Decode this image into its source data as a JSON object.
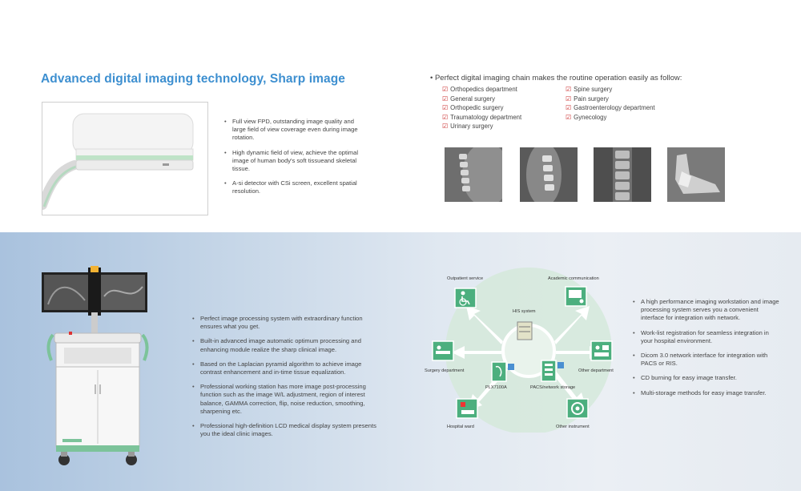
{
  "top": {
    "heading": "Advanced digital imaging technology, Sharp image",
    "detector_features": [
      "Full view FPD, outstanding image quality and large field of view coverage even during image rotation.",
      "High dynamic field of view, achieve the optimal image of human body's soft tissueand skeletal tissue.",
      "A-si detector with CSi screen, excellent spatial resolution."
    ],
    "chain_intro": "• Perfect digital imaging chain makes the routine operation easily as follow:",
    "departments_left": [
      "Orthopedics department",
      "General surgery",
      "Orthopedic surgery",
      "Traumatology department",
      "Urinary surgery"
    ],
    "departments_right": [
      "Spine surgery",
      "Pain surgery",
      "Gastroenterology department",
      "Gynecology"
    ],
    "checkbox_icon": "☑",
    "xray_images": [
      "cervical-spine-xray",
      "neck-spine-xray",
      "lumbar-spine-xray",
      "foot-ankle-xray"
    ]
  },
  "bottom": {
    "workstation_features": [
      "Perfect image processing system with extraordinary function ensures what you get.",
      "Built-in advanced image automatic optimum processing and enhancing module realize the sharp clinical image.",
      "Based on the Laplacian pyramid algorithm to achieve image contrast enhancement and in-time tissue equalization.",
      "Professional working station has more image post-processing function such as the image W/L adjustment, region of interest balance, GAMMA correction, flip, noise reduction, smoothing, sharpening etc.",
      "Professional high-definition LCD medical display system presents you the ideal clinic images."
    ],
    "network": {
      "outpatient": "Outpatient service",
      "academic": "Academic communication",
      "his": "HIS system",
      "surgery": "Surgery department",
      "other_dept": "Other department",
      "plx": "PLX7100A",
      "pacs": "PACS/network storage",
      "ward": "Hospital ward",
      "other_instrument": "Other instrument"
    },
    "network_features": [
      "A high performance imaging workstation and image processing system serves you a convenient interface for integration with network.",
      "Work-list registration for seamless integration in your hospital environment.",
      "Dicom 3.0 network interface for integration with PACS or RIS.",
      "CD burning for easy image transfer.",
      "Multi-storage methods for easy image transfer."
    ]
  },
  "colors": {
    "heading_blue": "#3d8fd0",
    "icon_green": "#4caf7e",
    "check_red": "#c33333"
  }
}
